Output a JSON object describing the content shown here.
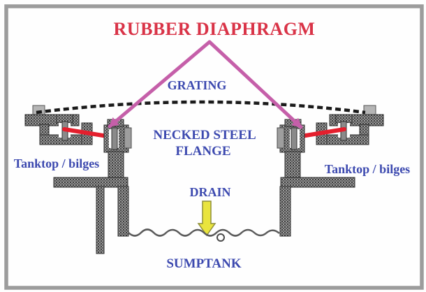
{
  "diagram": {
    "title": "RUBBER DIAPHRAGM",
    "labels": {
      "grating": "GRATING",
      "necked_steel_line1": "NECKED STEEL",
      "necked_steel_line2": "FLANGE",
      "tanktop_left": "Tanktop / bilges",
      "tanktop_right": "Tanktop / bilges",
      "drain": "DRAIN",
      "sumptank": "SUMPTANK"
    },
    "colors": {
      "title_red": "#d93347",
      "label_blue": "#3c49af",
      "arrow_magenta": "#c55fa9",
      "diaphragm_red": "#e41f2d",
      "drain_arrow_yellow": "#e9e43e",
      "grating_black": "#1a1a1a",
      "frame_gray": "#9c9c9c"
    }
  }
}
